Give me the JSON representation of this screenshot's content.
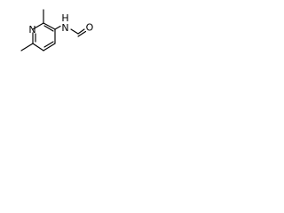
{
  "structure": {
    "atoms": {
      "ring_nitrogen": "N",
      "amide_nitrogen_hydrogen": "H",
      "amide_nitrogen": "N",
      "carbonyl_oxygen": "O"
    }
  },
  "colors": {
    "bond": "#000000",
    "label": "#000000",
    "background": "#ffffff"
  }
}
